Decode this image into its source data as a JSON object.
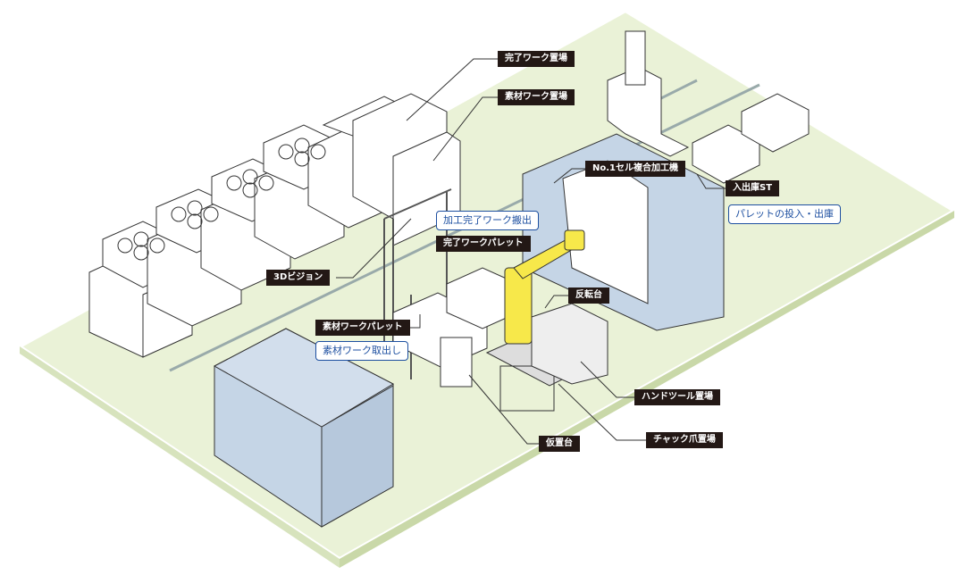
{
  "labels": {
    "finished_storage": "完了ワーク置場",
    "material_storage": "素材ワーク置場",
    "machine": "No.1セル複合加工機",
    "inout_station": "入出庫ST",
    "vision": "3Dビジョン",
    "finished_pallet": "完了ワークパレット",
    "flip_table": "反転台",
    "material_pallet": "素材ワークパレット",
    "hand_tool": "ハンドツール置場",
    "chuck_jaw": "チャック爪置場",
    "temp_table": "仮置台"
  },
  "actions": {
    "pallet_inout": "パレットの投入・出庫",
    "unload_finished": "加工完了ワーク搬出",
    "pick_material": "素材ワーク取出し"
  },
  "colors": {
    "floor": "#eaf2d7",
    "machine": "#c5d5e6",
    "robot": "#f7e84a",
    "label_bg": "#231815",
    "action_blue": "#1d4fa0"
  }
}
